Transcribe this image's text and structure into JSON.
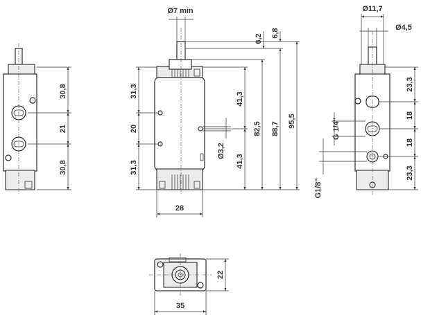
{
  "front_view": {
    "dia_top": "Ø7 min",
    "h_6_2": "6,2",
    "h_6_8": "6,8",
    "h_31_3_top": "31,3",
    "h_20": "20",
    "h_31_3_bot": "31,3",
    "h_41_3_top": "41,3",
    "h_41_3_bot": "41,3",
    "h_82_5": "82,5",
    "h_88_7": "88,7",
    "h_95_5": "95,5",
    "dia_hole": "Ø3,2",
    "w_28": "28"
  },
  "left_view": {
    "h_30_8_top": "30,8",
    "h_21": "21",
    "h_30_8_bot": "30,8"
  },
  "right_view": {
    "dia_11_7": "Ø11,7",
    "dia_4_5": "Ø4,5",
    "h_23_3_top": "23,3",
    "h_18_top": "18",
    "h_18_bot": "18",
    "h_23_3_bot": "23,3",
    "port_g14": "G 1/4\"",
    "port_g18": "G1/8\""
  },
  "bottom_view": {
    "w_35": "35",
    "h_22": "22"
  }
}
